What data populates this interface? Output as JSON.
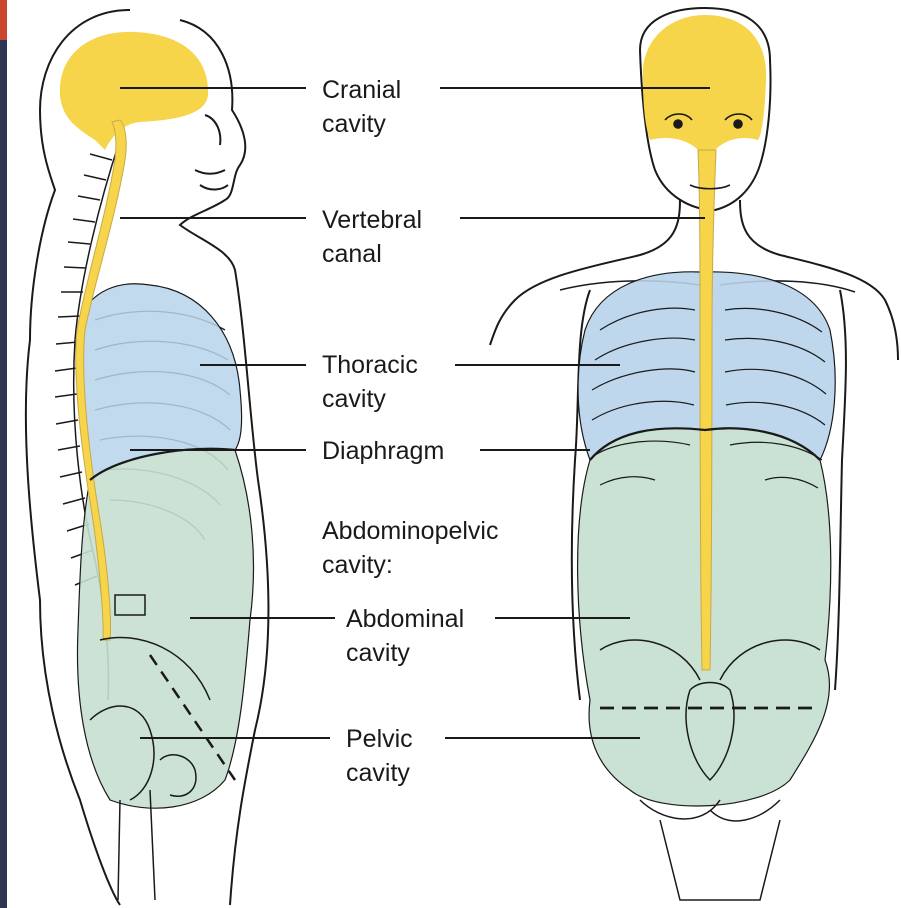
{
  "labels": {
    "cranial": "Cranial\ncavity",
    "vertebral": "Vertebral\ncanal",
    "thoracic": "Thoracic\ncavity",
    "diaphragm": "Diaphragm",
    "abdominopelvic": "Abdominopelvic\ncavity:",
    "abdominal": "Abdominal\ncavity",
    "pelvic": "Pelvic\ncavity"
  },
  "colors": {
    "cranial": "#f6d54a",
    "vertebral": "#f6d54a",
    "thoracic": "#b7d3ea",
    "abdominopelvic": "#c5dfd0",
    "outline": "#1a1a1a"
  },
  "views": {
    "left": "lateral-view",
    "right": "anterior-view"
  }
}
